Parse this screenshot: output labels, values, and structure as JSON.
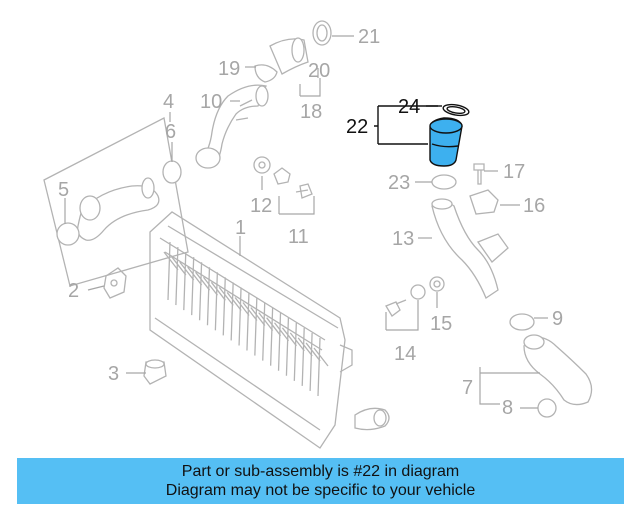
{
  "callouts": {
    "c1": "1",
    "c2": "2",
    "c3": "3",
    "c4": "4",
    "c5": "5",
    "c6": "6",
    "c7": "7",
    "c8": "8",
    "c9": "9",
    "c10": "10",
    "c11": "11",
    "c12": "12",
    "c13": "13",
    "c14": "14",
    "c15": "15",
    "c16": "16",
    "c17": "17",
    "c18": "18",
    "c19": "19",
    "c20": "20",
    "c21": "21",
    "c22": "22",
    "c23": "23",
    "c24": "24"
  },
  "highlight": {
    "part": "22",
    "part_color": "#3db0ef",
    "callout_color": "#111111"
  },
  "banner": {
    "line1": "Part or sub-assembly is #22 in diagram",
    "line2": "Diagram may not be specific to your vehicle",
    "background": "#55bff4"
  }
}
